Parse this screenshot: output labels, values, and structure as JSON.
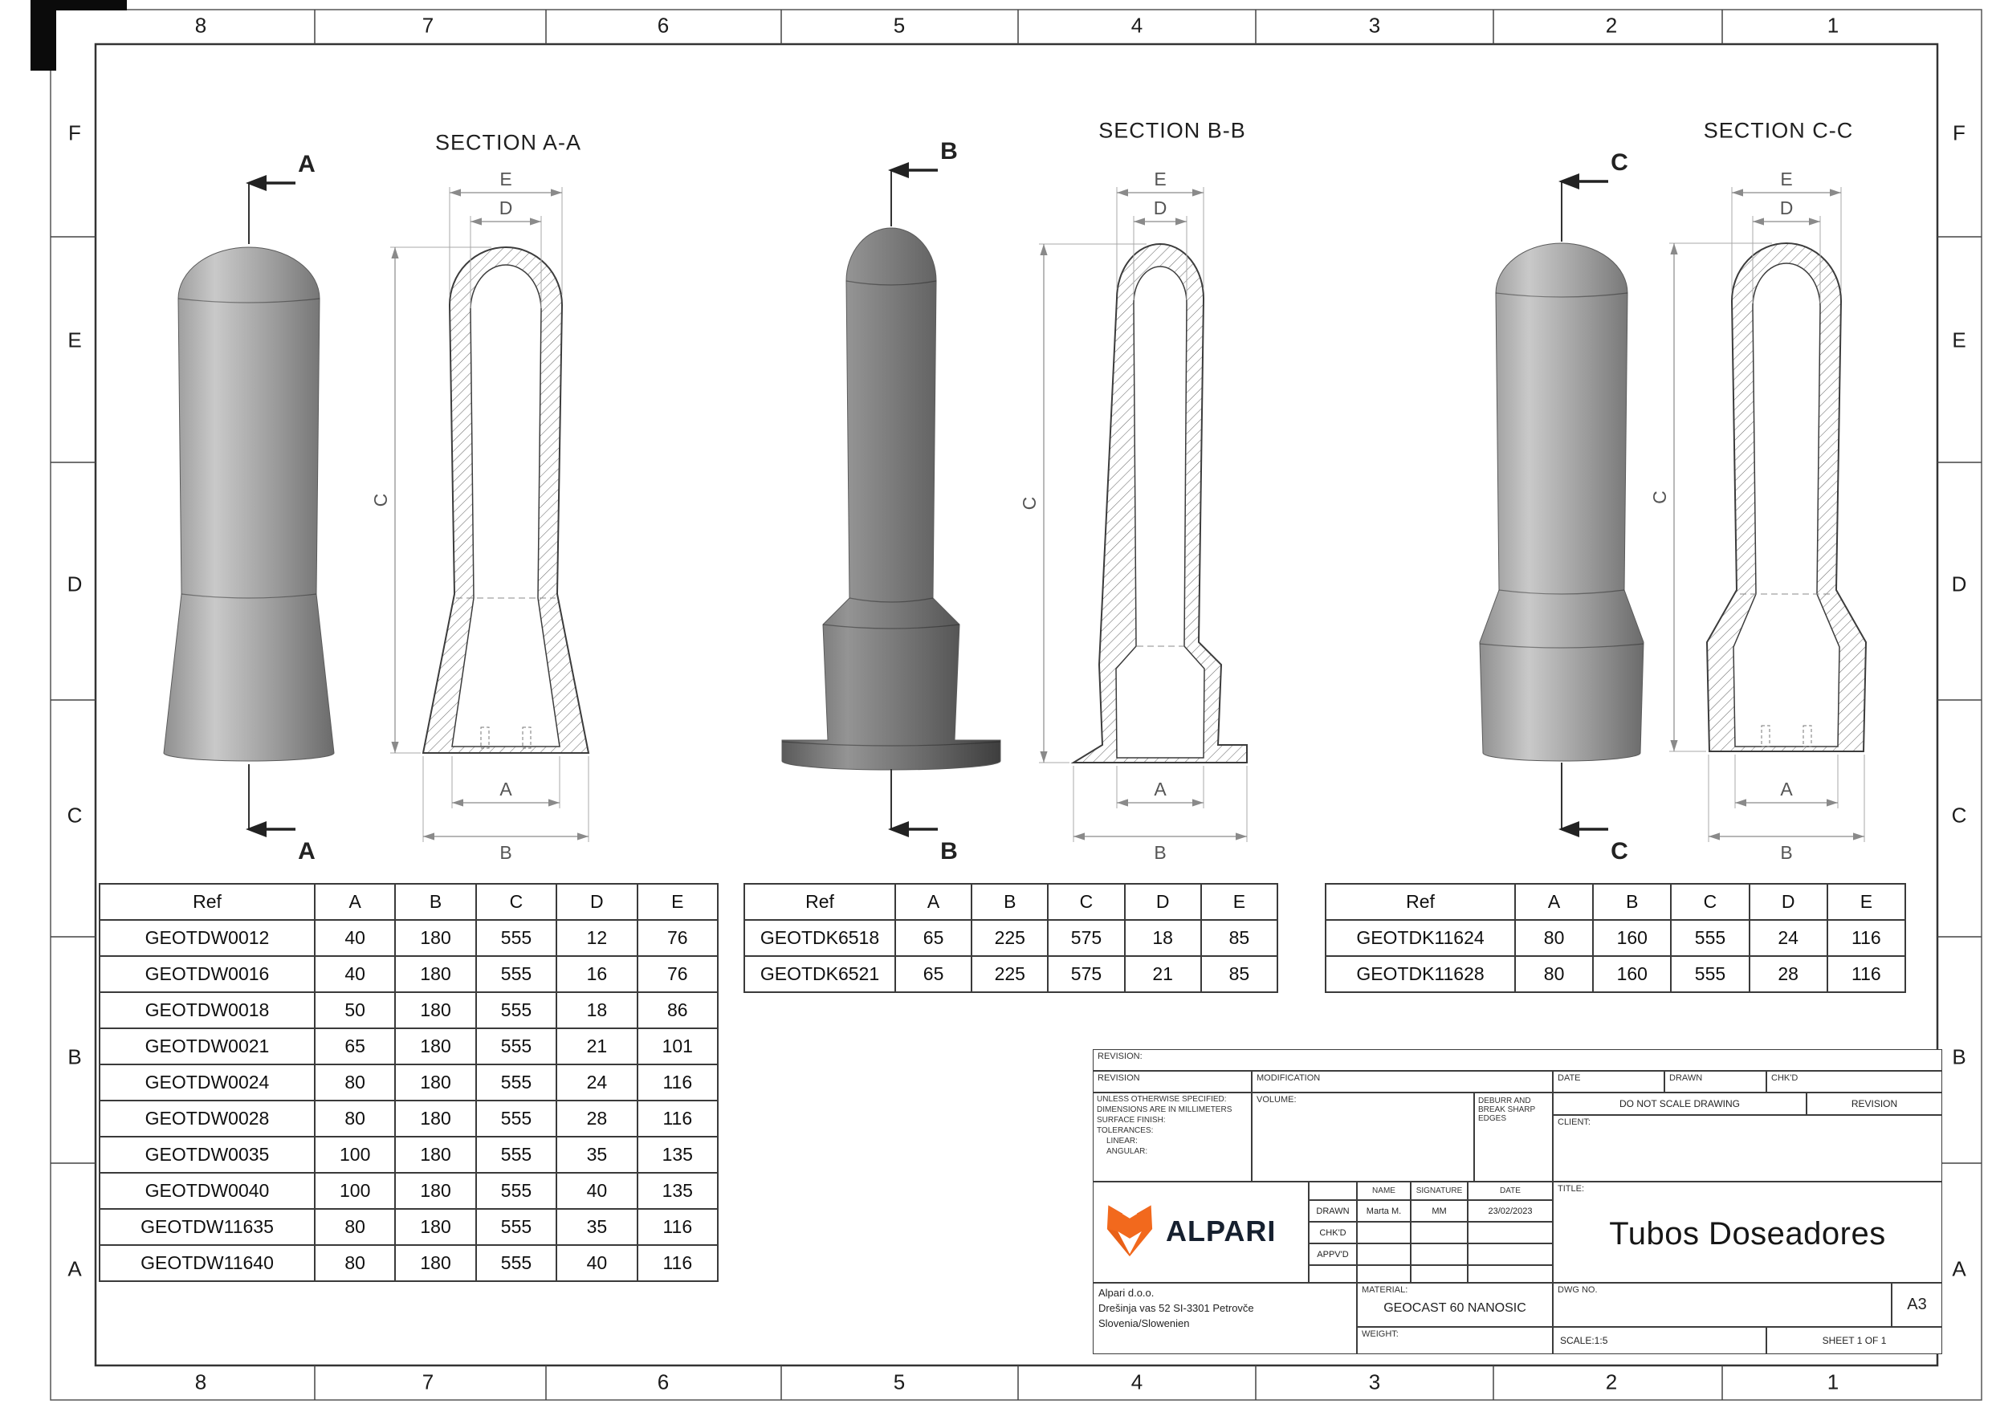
{
  "page": {
    "grid_cols": [
      "8",
      "7",
      "6",
      "5",
      "4",
      "3",
      "2",
      "1"
    ],
    "grid_rows": [
      "F",
      "E",
      "D",
      "C",
      "B",
      "A"
    ]
  },
  "sections": [
    {
      "title": "SECTION A-A",
      "cut": "A",
      "dims": {
        "A": "A",
        "B": "B",
        "C": "C",
        "D": "D",
        "E": "E"
      }
    },
    {
      "title": "SECTION B-B",
      "cut": "B",
      "dims": {
        "A": "A",
        "B": "B",
        "C": "C",
        "D": "D",
        "E": "E"
      }
    },
    {
      "title": "SECTION C-C",
      "cut": "C",
      "dims": {
        "A": "A",
        "B": "B",
        "C": "C",
        "D": "D",
        "E": "E"
      }
    }
  ],
  "tables": [
    {
      "headers": [
        "Ref",
        "A",
        "B",
        "C",
        "D",
        "E"
      ],
      "rows": [
        [
          "GEOTDW0012",
          "40",
          "180",
          "555",
          "12",
          "76"
        ],
        [
          "GEOTDW0016",
          "40",
          "180",
          "555",
          "16",
          "76"
        ],
        [
          "GEOTDW0018",
          "50",
          "180",
          "555",
          "18",
          "86"
        ],
        [
          "GEOTDW0021",
          "65",
          "180",
          "555",
          "21",
          "101"
        ],
        [
          "GEOTDW0024",
          "80",
          "180",
          "555",
          "24",
          "116"
        ],
        [
          "GEOTDW0028",
          "80",
          "180",
          "555",
          "28",
          "116"
        ],
        [
          "GEOTDW0035",
          "100",
          "180",
          "555",
          "35",
          "135"
        ],
        [
          "GEOTDW0040",
          "100",
          "180",
          "555",
          "40",
          "135"
        ],
        [
          "GEOTDW11635",
          "80",
          "180",
          "555",
          "35",
          "116"
        ],
        [
          "GEOTDW11640",
          "80",
          "180",
          "555",
          "40",
          "116"
        ]
      ]
    },
    {
      "headers": [
        "Ref",
        "A",
        "B",
        "C",
        "D",
        "E"
      ],
      "rows": [
        [
          "GEOTDK6518",
          "65",
          "225",
          "575",
          "18",
          "85"
        ],
        [
          "GEOTDK6521",
          "65",
          "225",
          "575",
          "21",
          "85"
        ]
      ]
    },
    {
      "headers": [
        "Ref",
        "A",
        "B",
        "C",
        "D",
        "E"
      ],
      "rows": [
        [
          "GEOTDK11624",
          "80",
          "160",
          "555",
          "24",
          "116"
        ],
        [
          "GEOTDK11628",
          "80",
          "160",
          "555",
          "28",
          "116"
        ]
      ]
    }
  ],
  "title_block": {
    "revision_caption": "REVISION:",
    "rev_cols": [
      "REVISION",
      "MODIFICATION",
      "DATE",
      "DRAWN",
      "CHK'D"
    ],
    "specs": [
      "UNLESS OTHERWISE SPECIFIED:",
      "DIMENSIONS ARE IN MILLIMETERS",
      "SURFACE FINISH:",
      "TOLERANCES:",
      "LINEAR:",
      "ANGULAR:"
    ],
    "volume_label": "VOLUME:",
    "deburr": "DEBURR AND BREAK SHARP EDGES",
    "do_not_scale": "DO NOT SCALE DRAWING",
    "revision_label": "REVISION",
    "client_label": "CLIENT:",
    "sign_cols": [
      "NAME",
      "SIGNATURE",
      "DATE"
    ],
    "rows": {
      "drawn": {
        "label": "DRAWN",
        "name": "Marta M.",
        "signature": "MM",
        "date": "23/02/2023"
      },
      "chkd": {
        "label": "CHK'D",
        "name": "",
        "signature": "",
        "date": ""
      },
      "appvd": {
        "label": "APPV'D",
        "name": "",
        "signature": "",
        "date": ""
      }
    },
    "title_label": "TITLE:",
    "title": "Tubos Doseadores",
    "brand": "ALPARI",
    "address": [
      "Alpari d.o.o.",
      "Drešinja vas 52 SI-3301 Petrovče",
      "Slovenia/Slowenien"
    ],
    "material_label": "MATERIAL:",
    "material": "GEOCAST 60 NANOSIC",
    "weight_label": "WEIGHT:",
    "dwg_label": "DWG NO.",
    "paper_size": "A3",
    "scale": "SCALE:1:5",
    "sheet": "SHEET 1 OF 1"
  },
  "colors": {
    "line": "#3c3c3c",
    "dim": "#8a8a8a",
    "brand_orange": "#f2691d",
    "brand_dark": "#16202f"
  }
}
